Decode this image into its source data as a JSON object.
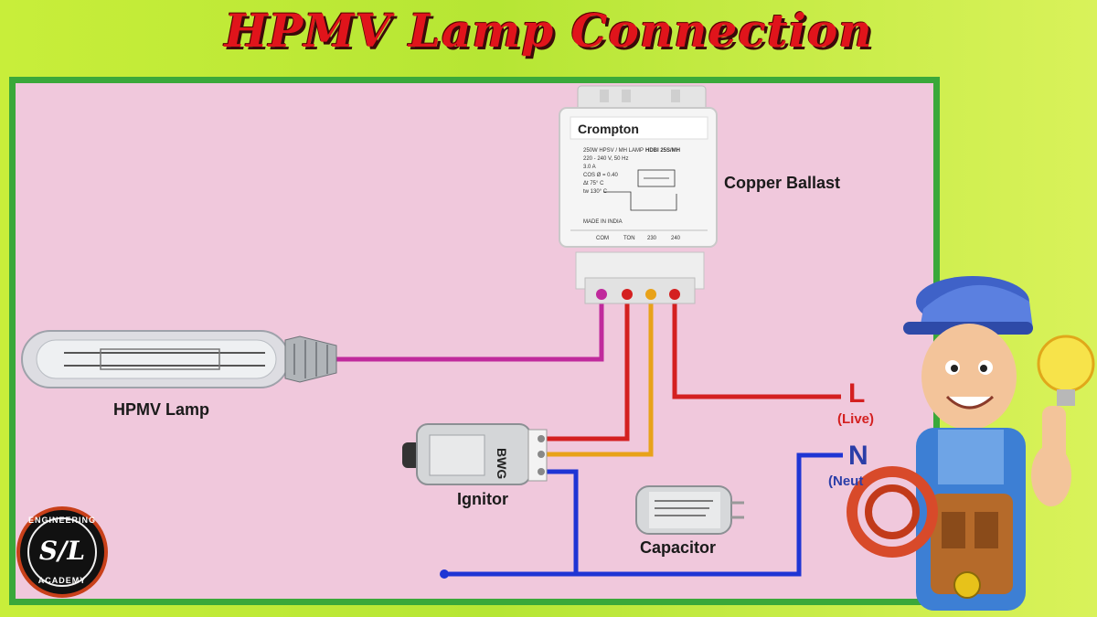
{
  "title": "HPMV Lamp Connection",
  "labels": {
    "copper_ballast": "Copper Ballast",
    "hpmv_lamp": "HPMV Lamp",
    "ignitor": "Ignitor",
    "capacitor": "Capacitor"
  },
  "terminals": {
    "live_letter": "L",
    "live_label": "(Live)",
    "neutral_letter": "N",
    "neutral_label": "(Neut"
  },
  "ballast": {
    "brand": "Crompton",
    "model": "HDBI 25S/MH",
    "spec_line": "250W HPSV / MH LAMP",
    "rating": "220 - 240 V, 50 Hz",
    "current": "3.0 A",
    "pf": "COS Ø = 0.40",
    "tw": "tw 130° C",
    "ta": "Δt 75° C",
    "origin": "MADE IN INDIA",
    "terminal_labels": [
      "COM",
      "TON",
      "230",
      "240"
    ]
  },
  "ignitor_text": "BWG",
  "logo": {
    "top": "ENGINEERING",
    "initials": "S/L",
    "bottom": "ACADEMY"
  },
  "colors": {
    "title_red": "#e0141b",
    "board_pink": "#f0c8dc",
    "frame_green": "#3aa83a",
    "wire_magenta": "#c02a9c",
    "wire_red": "#d42020",
    "wire_orange": "#e8a219",
    "wire_blue": "#1f35d4"
  }
}
